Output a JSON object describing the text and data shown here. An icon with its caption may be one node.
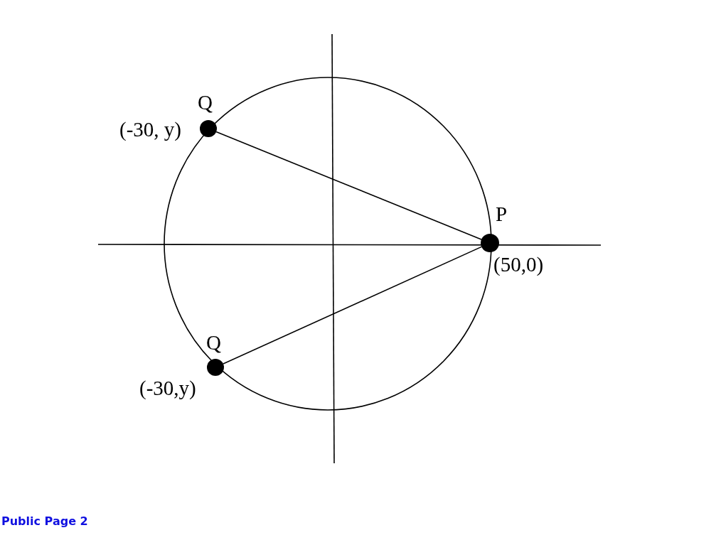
{
  "diagram": {
    "nodes": [
      {
        "text": [],
        "shape": "circle",
        "beside": [
          "Q",
          "(-30, y)"
        ]
      },
      {
        "text": [],
        "shape": "circle",
        "beside": [
          "P",
          "(50,0)"
        ]
      },
      {
        "text": [],
        "shape": "circle",
        "beside": [
          "Q",
          "(-30,y)"
        ]
      }
    ],
    "edges": [
      {
        "from": 0,
        "to": 1,
        "arrow": "none"
      },
      {
        "from": 2,
        "to": 1,
        "arrow": "none"
      }
    ],
    "labels": [
      "Public Page 2"
    ]
  }
}
